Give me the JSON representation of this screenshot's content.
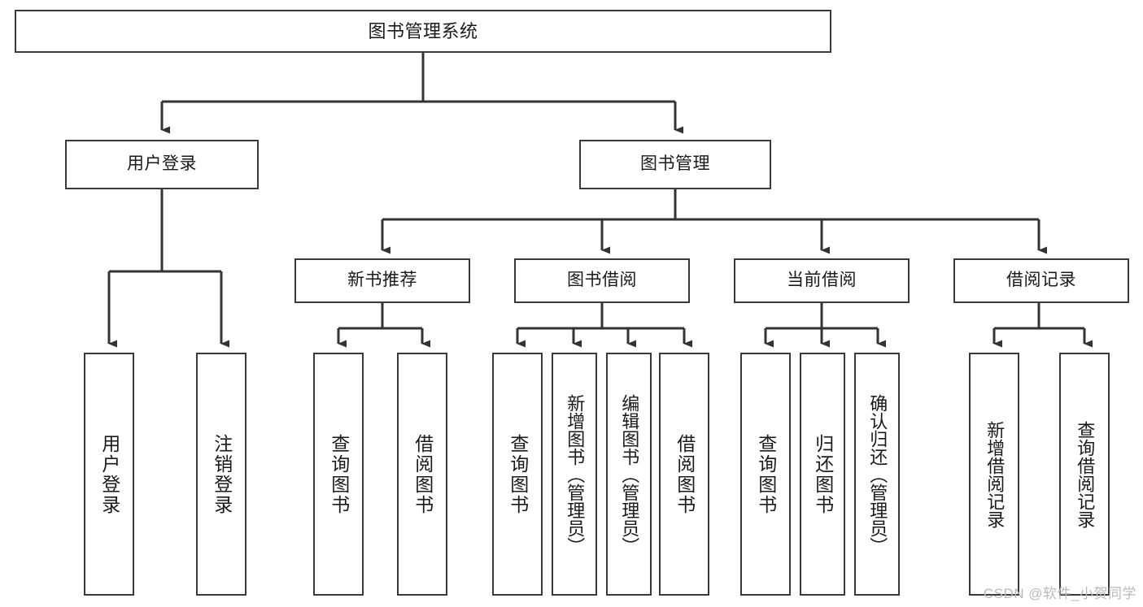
{
  "diagram": {
    "title": "图书管理系统",
    "type": "hierarchy-tree",
    "colors": {
      "box_border": "#3a3a3a",
      "box_fill": "#ffffff",
      "edge": "#333333",
      "text": "#1a1a1a",
      "watermark": "#b9b9b9",
      "background": "#ffffff"
    },
    "watermark": "CSDN @软件_小贺同学",
    "levels": [
      {
        "level": 1,
        "nodes": [
          {
            "id": "root",
            "label": "图书管理系统"
          }
        ]
      },
      {
        "level": 2,
        "nodes": [
          {
            "id": "user-login",
            "label": "用户登录"
          },
          {
            "id": "book-manage",
            "label": "图书管理"
          }
        ]
      },
      {
        "level": 3,
        "nodes": [
          {
            "id": "new-book-rec",
            "label": "新书推荐"
          },
          {
            "id": "book-borrow",
            "label": "图书借阅"
          },
          {
            "id": "current-borrow",
            "label": "当前借阅"
          },
          {
            "id": "borrow-record",
            "label": "借阅记录"
          }
        ]
      },
      {
        "level": 4,
        "nodes": [
          {
            "id": "leaf-user-login",
            "label": "用户登录",
            "parent": "user-login"
          },
          {
            "id": "leaf-logout",
            "label": "注销登录",
            "parent": "user-login"
          },
          {
            "id": "leaf-query-book-1",
            "label": "查询图书",
            "parent": "new-book-rec"
          },
          {
            "id": "leaf-borrow-book-1",
            "label": "借阅图书",
            "parent": "new-book-rec"
          },
          {
            "id": "leaf-query-book-2",
            "label": "查询图书",
            "parent": "book-borrow"
          },
          {
            "id": "leaf-add-book",
            "label": "新增图书（管理员）",
            "parent": "book-borrow"
          },
          {
            "id": "leaf-edit-book",
            "label": "编辑图书（管理员）",
            "parent": "book-borrow"
          },
          {
            "id": "leaf-borrow-book-2",
            "label": "借阅图书",
            "parent": "book-borrow"
          },
          {
            "id": "leaf-query-book-3",
            "label": "查询图书",
            "parent": "current-borrow"
          },
          {
            "id": "leaf-return-book",
            "label": "归还图书",
            "parent": "current-borrow"
          },
          {
            "id": "leaf-confirm-return",
            "label": "确认归还（管理员）",
            "parent": "current-borrow"
          },
          {
            "id": "leaf-add-record",
            "label": "新增借阅记录",
            "parent": "borrow-record"
          },
          {
            "id": "leaf-query-record",
            "label": "查询借阅记录",
            "parent": "borrow-record"
          }
        ]
      }
    ]
  }
}
